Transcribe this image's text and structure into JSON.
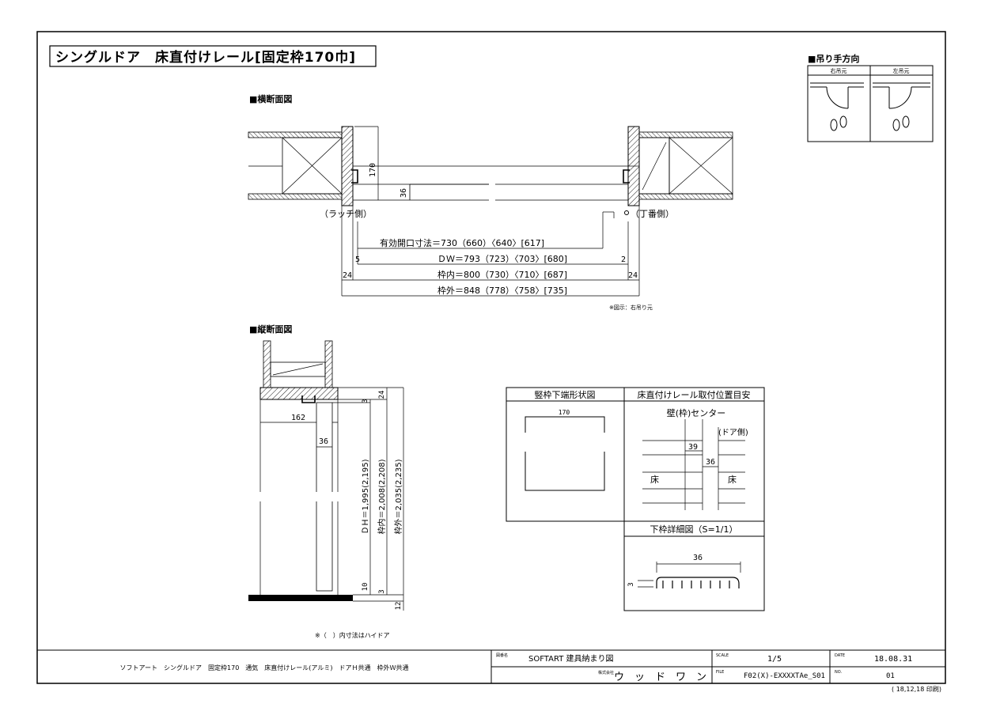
{
  "title": "シングルドア　床直付けレール[固定枠170巾]",
  "swing": {
    "heading": "■吊り手方向",
    "right_label": "右吊元",
    "left_label": "左吊元"
  },
  "plan": {
    "heading": "■横断面図",
    "latch_label": "（ラッチ側）",
    "hinge_label": "（丁番側）",
    "dim_frame_depth": "170",
    "dim_panel": "36",
    "dim_opening": "有効開口寸法＝730（660）〈640〉[617]",
    "dim_dw": "ＤＷ＝793（723）〈703〉[680]",
    "dim_inner": "枠内＝800（730）〈710〉[687]",
    "dim_outer": "枠外＝848（778）〈758〉[735]",
    "dim_5": "5",
    "dim_2": "2",
    "dim_24_left": "24",
    "dim_24_right": "24",
    "note": "※図示：右吊り元"
  },
  "section": {
    "heading": "■縦断面図",
    "dim_24": "24",
    "dim_3_top": "3",
    "dim_162": "162",
    "dim_36": "36",
    "dim_dh": "ＤＨ＝1,995(2,195)",
    "dim_inner_h": "枠内＝2,008(2,208)",
    "dim_outer_h": "枠外＝2,035(2,235)",
    "dim_10": "10",
    "dim_3_bottom": "3",
    "dim_12": "12",
    "footnote": "※（　）内寸法はハイドア"
  },
  "table": {
    "col1_header": "竪枠下端形状図",
    "col2_header": "床直付けレール取付位置目安",
    "dim_170": "170",
    "wall_center": "壁(枠)センター",
    "door_side": "(ドア側)",
    "dim_39": "39",
    "dim_36": "36",
    "floor_left": "床",
    "floor_right": "床",
    "detail_header": "下枠詳細図（S=1/1）",
    "detail_36": "36",
    "detail_3": "3"
  },
  "titleblock": {
    "description": "ソフトアート　シングルドア　固定枠170　通気　床直付けレール(アルミ)　ドアＨ共通　枠外Ｗ共通",
    "drawing_label": "図番名",
    "drawing_name": "SOFTART 建具納まり図",
    "company_label": "株式会社",
    "company": "ウ　ッ　ド　ワ　ン",
    "scale_label": "SCALE",
    "scale": "1/5",
    "file_label": "FILE",
    "file": "F02(X)-EXXXXTAe_S01",
    "date_label": "DATE",
    "date": "18.08.31",
    "no_label": "NO.",
    "no": "01",
    "printed": "( 18,12,18 印刷)"
  }
}
